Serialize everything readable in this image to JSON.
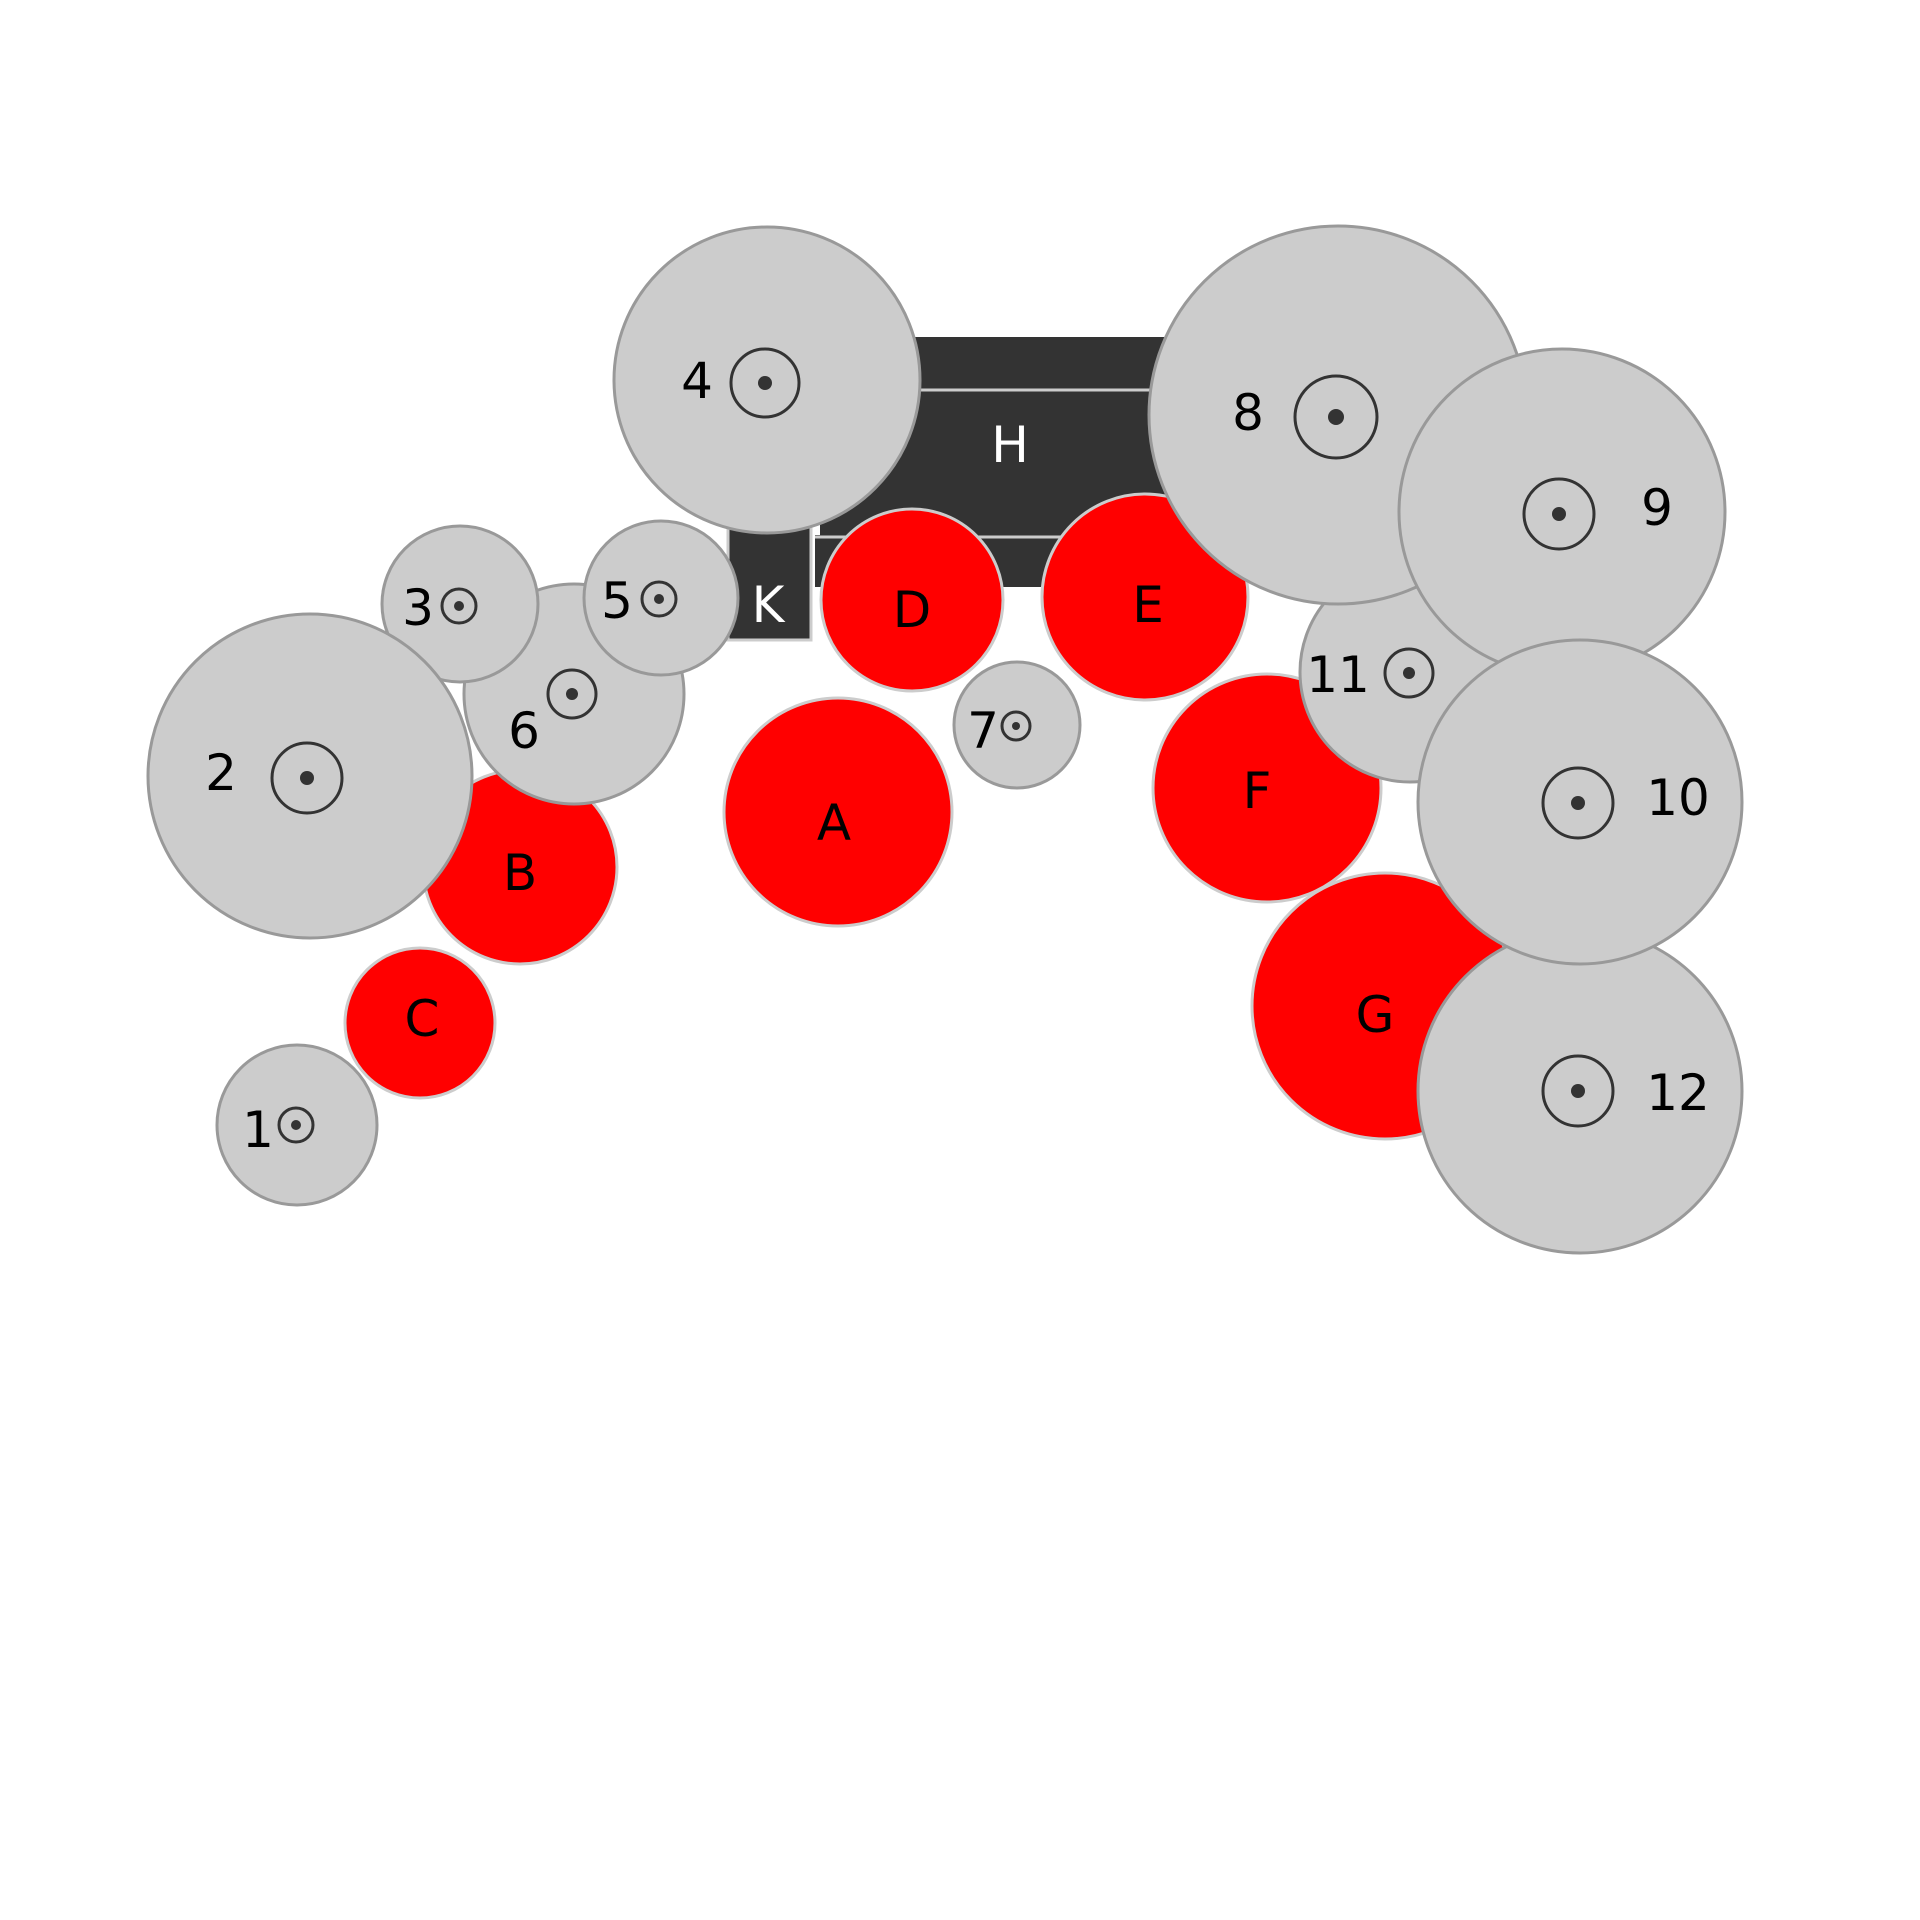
{
  "colors": {
    "dark": "#333333",
    "gray": "#cccccc",
    "red": "#ff0000",
    "stroke": "#999999"
  },
  "block_h": {
    "label": "H"
  },
  "block_k": {
    "label": "K"
  },
  "red_nodes": [
    {
      "id": "a",
      "label": "A"
    },
    {
      "id": "b",
      "label": "B"
    },
    {
      "id": "c",
      "label": "C"
    },
    {
      "id": "d",
      "label": "D"
    },
    {
      "id": "e",
      "label": "E"
    },
    {
      "id": "f",
      "label": "F"
    },
    {
      "id": "g",
      "label": "G"
    }
  ],
  "gray_nodes": [
    {
      "id": "1",
      "label": "1"
    },
    {
      "id": "2",
      "label": "2"
    },
    {
      "id": "3",
      "label": "3"
    },
    {
      "id": "4",
      "label": "4"
    },
    {
      "id": "5",
      "label": "5"
    },
    {
      "id": "6",
      "label": "6"
    },
    {
      "id": "7",
      "label": "7"
    },
    {
      "id": "8",
      "label": "8"
    },
    {
      "id": "9",
      "label": "9"
    },
    {
      "id": "10",
      "label": "10"
    },
    {
      "id": "11",
      "label": "11"
    },
    {
      "id": "12",
      "label": "12"
    }
  ],
  "icons": {
    "target": "target-icon"
  }
}
